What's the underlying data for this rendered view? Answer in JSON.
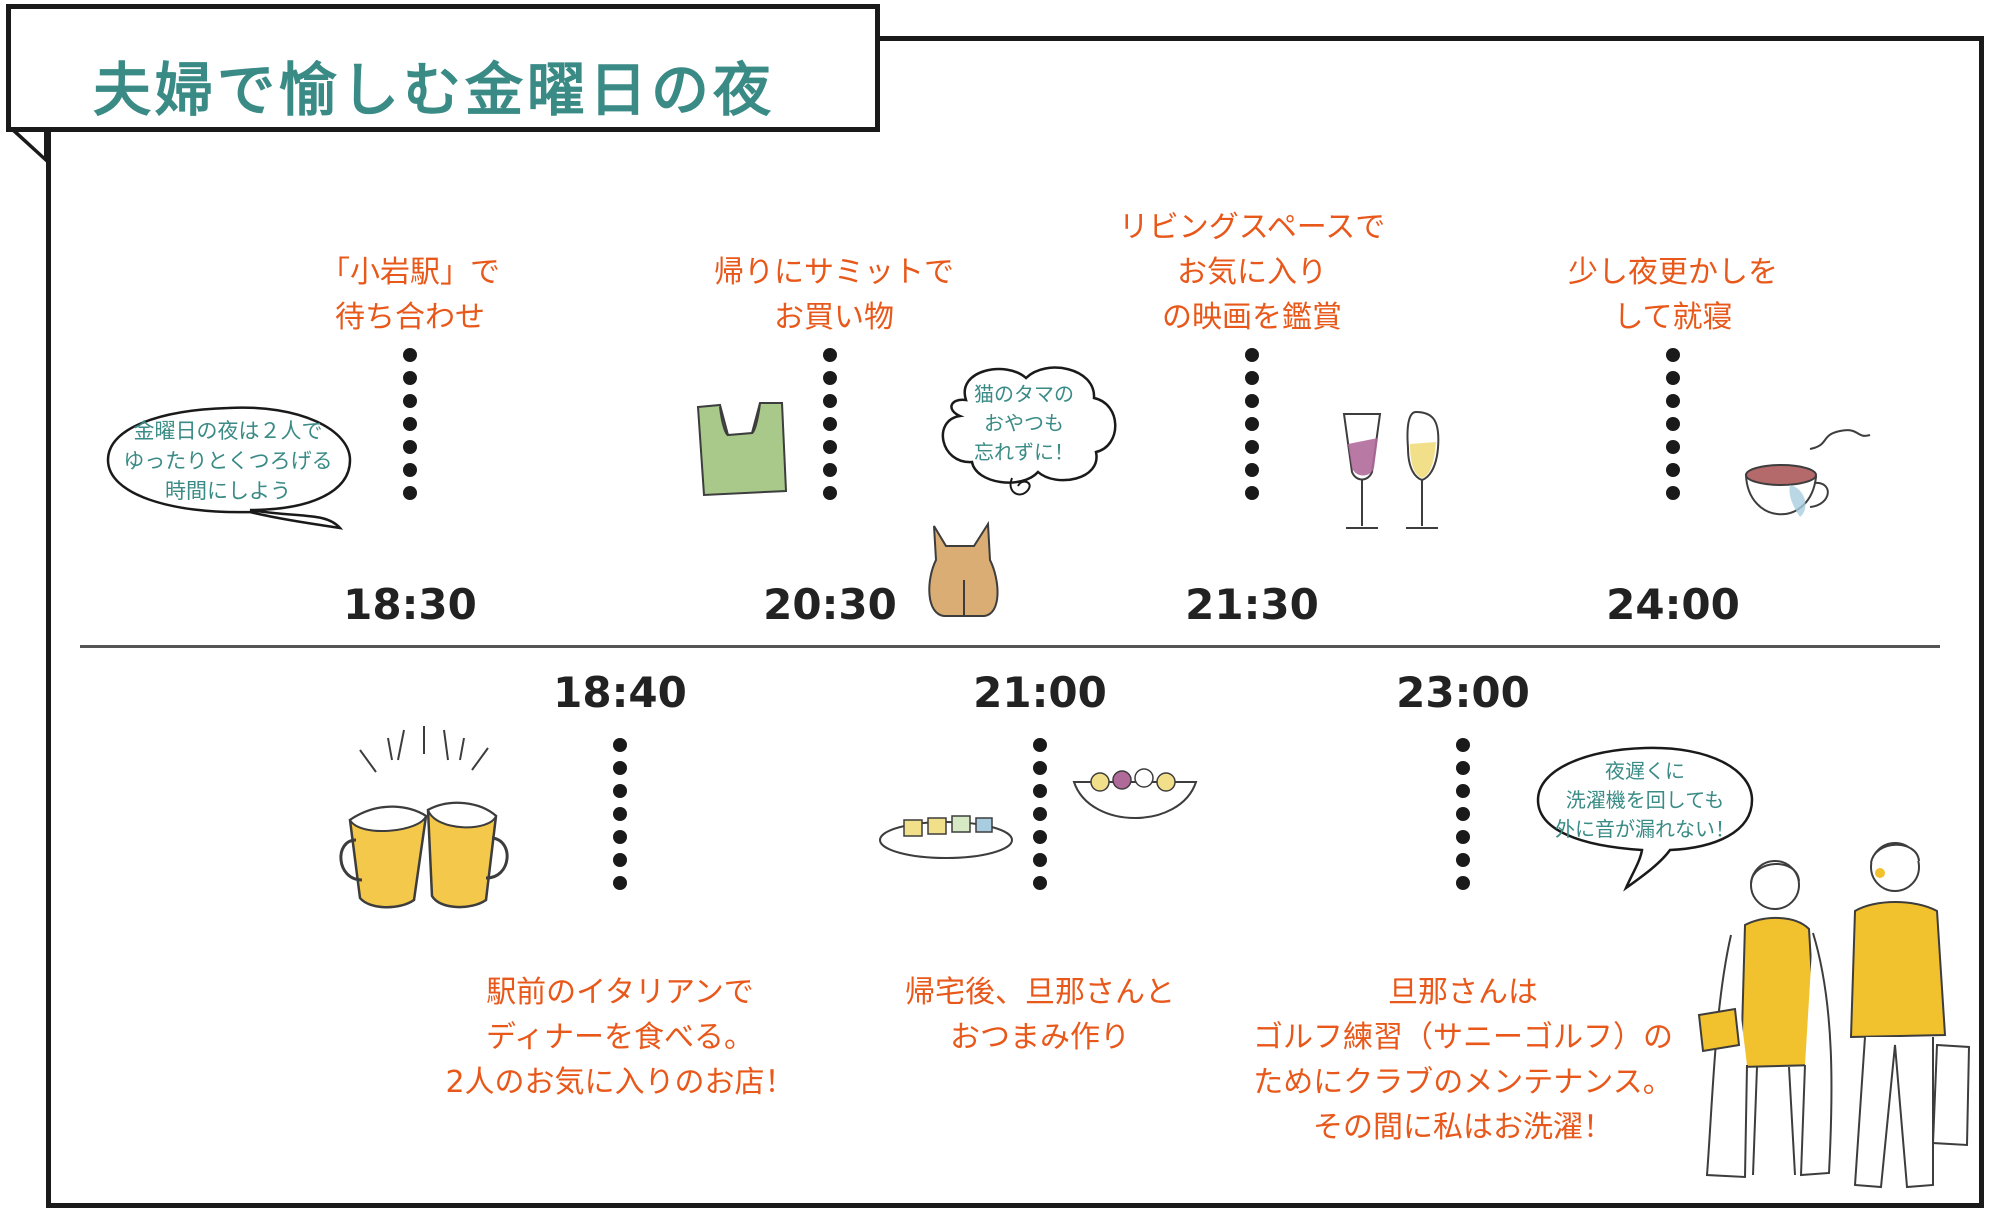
{
  "title": "夫婦で愉しむ金曜日の夜",
  "colors": {
    "accent": "#3a8b86",
    "event": "#e8581a",
    "ink": "#1a1a1a",
    "highlight": "#f2c12e"
  },
  "top_row": [
    {
      "time": "18:30",
      "event": "「小岩駅」で\n待ち合わせ"
    },
    {
      "time": "20:30",
      "event": "帰りにサミットで\nお買い物"
    },
    {
      "time": "21:30",
      "event": "リビングスペースで\nお気に入り\nの映画を鑑賞"
    },
    {
      "time": "24:00",
      "event": "少し夜更かしを\nして就寝"
    }
  ],
  "bottom_row": [
    {
      "time": "18:40",
      "event": "駅前のイタリアンで\nディナーを食べる。\n2人のお気に入りのお店！"
    },
    {
      "time": "21:00",
      "event": "帰宅後、旦那さんと\nおつまみ作り"
    },
    {
      "time": "23:00",
      "event": "旦那さんは\nゴルフ練習（サニーゴルフ）の\nためにクラブのメンテナンス。\nその間に私はお洗濯！"
    }
  ],
  "bubbles": {
    "left": "金曜日の夜は２人で\nゆったりとくつろげる\n時間にしよう",
    "cat": "猫のタマの\nおやつも\n忘れずに！",
    "laundry": "夜遅くに\n洗濯機を回しても\n外に音が漏れない！"
  },
  "icons": [
    "shopping-bag-icon",
    "cat-icon",
    "wine-glasses-icon",
    "tea-cup-icon",
    "beer-mugs-icon",
    "snack-plate-icon",
    "couple-illustration"
  ]
}
